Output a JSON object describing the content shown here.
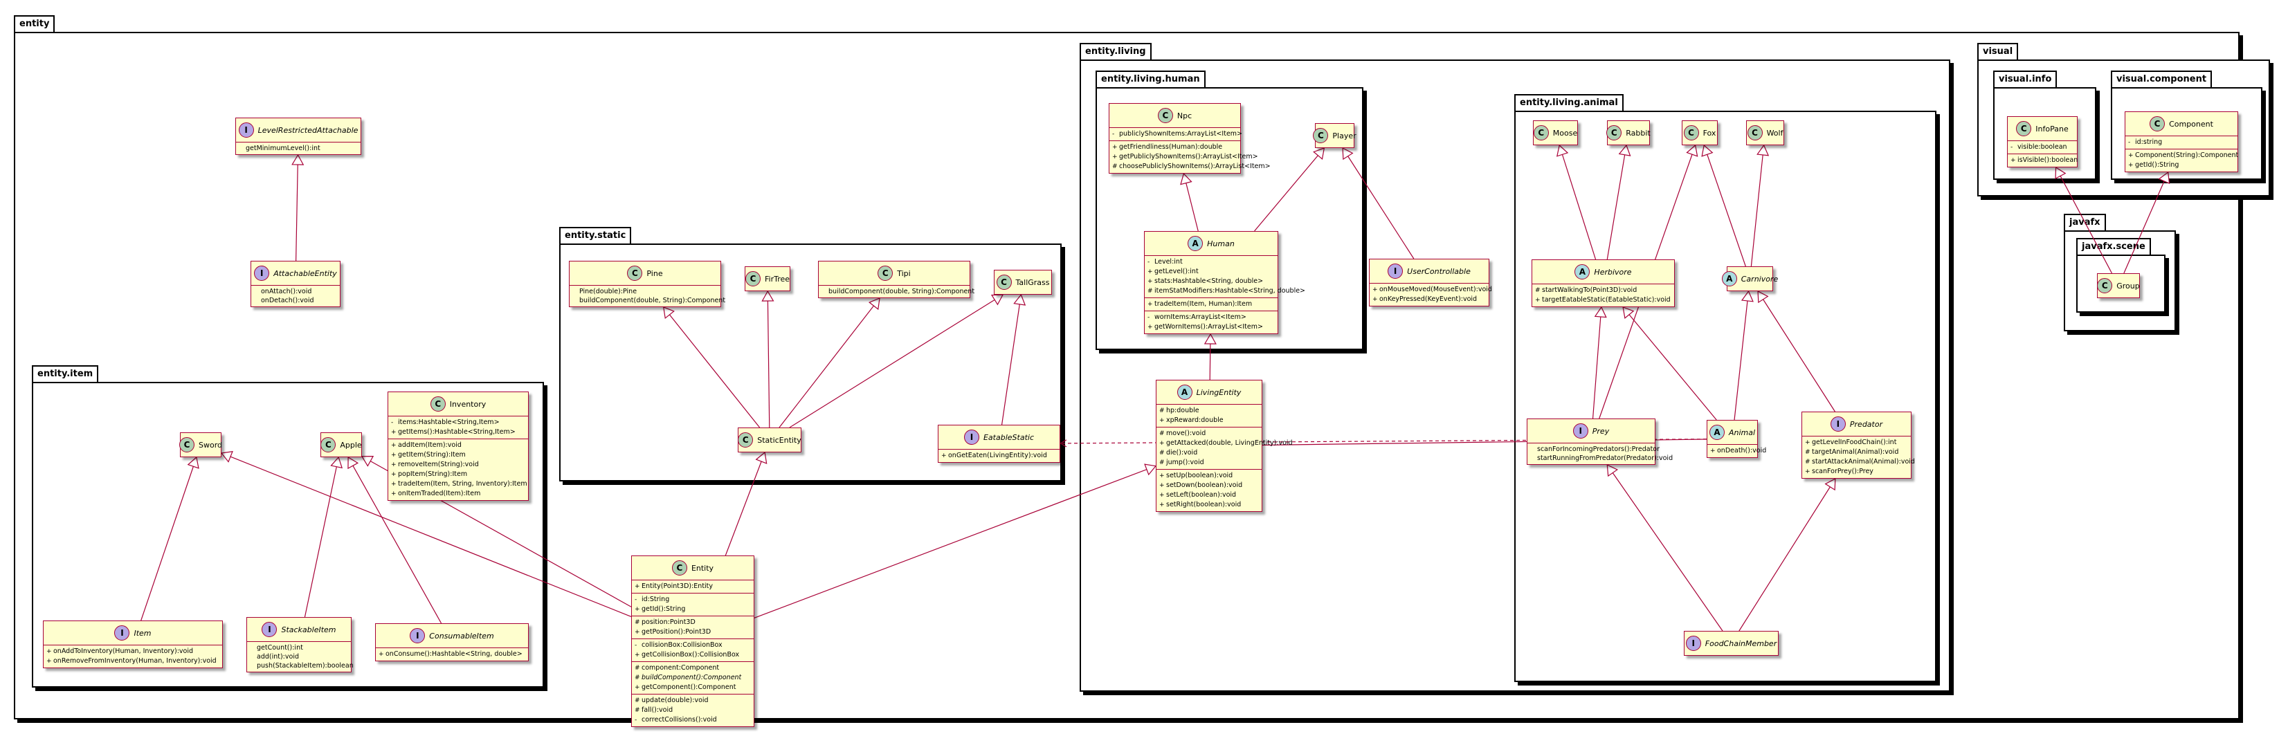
{
  "packages": {
    "entity": "entity",
    "entity_item": "entity.item",
    "entity_static": "entity.static",
    "entity_living": "entity.living",
    "entity_living_human": "entity.living.human",
    "entity_living_animal": "entity.living.animal",
    "visual": "visual",
    "visual_info": "visual.info",
    "visual_component": "visual.component",
    "javafx": "javafx",
    "javafx_scene": "javafx.scene"
  },
  "stereotype_badges": {
    "class": "C",
    "abstract": "A",
    "interface": "I"
  },
  "classes": {
    "LevelRestrictedAttachable": {
      "kind": "interface",
      "name": "LevelRestrictedAttachable",
      "sections": [
        [
          {
            "v": "",
            "t": "getMinimumLevel():int"
          }
        ]
      ]
    },
    "AttachableEntity": {
      "kind": "interface",
      "name": "AttachableEntity",
      "sections": [
        [
          {
            "v": "",
            "t": "onAttach():void"
          },
          {
            "v": "",
            "t": "onDetach():void"
          }
        ]
      ]
    },
    "Inventory": {
      "kind": "class",
      "name": "Inventory",
      "sections": [
        [
          {
            "v": "-",
            "t": "items:Hashtable<String,Item>"
          },
          {
            "v": "+",
            "t": "getItems():Hashtable<String,Item>"
          }
        ],
        [
          {
            "v": "+",
            "t": "addItem(Item):void"
          },
          {
            "v": "+",
            "t": "getItem(String):Item"
          },
          {
            "v": "+",
            "t": "removeItem(String):void"
          },
          {
            "v": "+",
            "t": "popItem(String):Item"
          },
          {
            "v": "+",
            "t": "tradeItem(Item, String, Inventory):Item"
          },
          {
            "v": "+",
            "t": "onItemTraded(Item):Item"
          }
        ]
      ]
    },
    "Sword": {
      "kind": "class",
      "name": "Sword",
      "sections": []
    },
    "Apple": {
      "kind": "class",
      "name": "Apple",
      "sections": []
    },
    "Item": {
      "kind": "interface",
      "name": "Item",
      "sections": [
        [
          {
            "v": "+",
            "t": "onAddToInventory(Human, Inventory):void"
          },
          {
            "v": "+",
            "t": "onRemoveFromInventory(Human, Inventory):void"
          }
        ]
      ]
    },
    "StackableItem": {
      "kind": "interface",
      "name": "StackableItem",
      "sections": [
        [
          {
            "v": "",
            "t": "getCount():int"
          },
          {
            "v": "",
            "t": "add(int):void"
          },
          {
            "v": "",
            "t": "push(StackableItem):boolean"
          }
        ]
      ]
    },
    "ConsumableItem": {
      "kind": "interface",
      "name": "ConsumableItem",
      "sections": [
        [
          {
            "v": "+",
            "t": "onConsume():Hashtable<String, double>"
          }
        ]
      ]
    },
    "Pine": {
      "kind": "class",
      "name": "Pine",
      "sections": [
        [
          {
            "v": "",
            "t": "Pine(double):Pine"
          },
          {
            "v": "",
            "t": "buildComponent(double, String):Component"
          }
        ]
      ]
    },
    "FirTree": {
      "kind": "class",
      "name": "FirTree",
      "sections": []
    },
    "Tipi": {
      "kind": "class",
      "name": "Tipi",
      "sections": [
        [
          {
            "v": "",
            "t": "buildComponent(double, String):Component"
          }
        ]
      ]
    },
    "TallGrass": {
      "kind": "class",
      "name": "TallGrass",
      "sections": []
    },
    "StaticEntity": {
      "kind": "class",
      "name": "StaticEntity",
      "sections": []
    },
    "EatableStatic": {
      "kind": "interface",
      "name": "EatableStatic",
      "sections": [
        [
          {
            "v": "+",
            "t": "onGetEaten(LivingEntity):void"
          }
        ]
      ]
    },
    "Entity": {
      "kind": "class",
      "name": "Entity",
      "sections": [
        [
          {
            "v": "+",
            "t": "Entity(Point3D):Entity"
          }
        ],
        [
          {
            "v": "-",
            "t": "id:String"
          },
          {
            "v": "+",
            "t": "getId():String"
          }
        ],
        [
          {
            "v": "#",
            "t": "position:Point3D"
          },
          {
            "v": "+",
            "t": "getPosition():Point3D"
          }
        ],
        [
          {
            "v": "-",
            "t": "collisionBox:CollisionBox"
          },
          {
            "v": "+",
            "t": "getCollisionBox():CollisionBox"
          }
        ],
        [
          {
            "v": "#",
            "t": "component:Component"
          },
          {
            "v": "#",
            "t": "buildComponent():Component",
            "it": true
          },
          {
            "v": "+",
            "t": "getComponent():Component"
          }
        ],
        [
          {
            "v": "#",
            "t": "update(double):void"
          },
          {
            "v": "#",
            "t": "fall():void"
          },
          {
            "v": "-",
            "t": "correctCollisions():void"
          }
        ]
      ]
    },
    "Npc": {
      "kind": "class",
      "name": "Npc",
      "sections": [
        [
          {
            "v": "-",
            "t": "publiclyShownItems:ArrayList<Item>"
          }
        ],
        [
          {
            "v": "+",
            "t": "getFriendliness(Human):double"
          },
          {
            "v": "+",
            "t": "getPubliclyShownItems():ArrayList<Item>"
          },
          {
            "v": "#",
            "t": "choosePubliclyShownItems():ArrayList<Item>"
          }
        ]
      ]
    },
    "Player": {
      "kind": "class",
      "name": "Player",
      "sections": []
    },
    "Human": {
      "kind": "abstract",
      "name": "Human",
      "sections": [
        [
          {
            "v": "-",
            "t": "Level:int"
          },
          {
            "v": "+",
            "t": "getLevel():int"
          },
          {
            "v": "+",
            "t": "stats:Hashtable<String, double>"
          },
          {
            "v": "#",
            "t": "itemStatModifiers:Hashtable<String, double>"
          }
        ],
        [
          {
            "v": "+",
            "t": "tradeItem(Item, Human):Item"
          }
        ],
        [
          {
            "v": "-",
            "t": "wornItems:ArrayList<Item>"
          },
          {
            "v": "+",
            "t": "getWornItems():ArrayList<Item>"
          }
        ]
      ]
    },
    "UserControllable": {
      "kind": "interface",
      "name": "UserControllable",
      "sections": [
        [
          {
            "v": "+",
            "t": "onMouseMoved(MouseEvent):void"
          },
          {
            "v": "+",
            "t": "onKeyPressed(KeyEvent):void"
          }
        ]
      ]
    },
    "LivingEntity": {
      "kind": "abstract",
      "name": "LivingEntity",
      "sections": [
        [
          {
            "v": "#",
            "t": "hp:double"
          },
          {
            "v": "+",
            "t": "xpReward:double"
          }
        ],
        [
          {
            "v": "#",
            "t": "move():void"
          },
          {
            "v": "+",
            "t": "getAttacked(double, LivingEntity):void"
          },
          {
            "v": "#",
            "t": "die():void"
          },
          {
            "v": "#",
            "t": "jump():void"
          }
        ],
        [
          {
            "v": "+",
            "t": "setUp(boolean):void"
          },
          {
            "v": "+",
            "t": "setDown(boolean):void"
          },
          {
            "v": "+",
            "t": "setLeft(boolean):void"
          },
          {
            "v": "+",
            "t": "setRight(boolean):void"
          }
        ]
      ]
    },
    "Moose": {
      "kind": "class",
      "name": "Moose",
      "sections": []
    },
    "Rabbit": {
      "kind": "class",
      "name": "Rabbit",
      "sections": []
    },
    "Fox": {
      "kind": "class",
      "name": "Fox",
      "sections": []
    },
    "Wolf": {
      "kind": "class",
      "name": "Wolf",
      "sections": []
    },
    "Herbivore": {
      "kind": "abstract",
      "name": "Herbivore",
      "sections": [
        [
          {
            "v": "#",
            "t": "startWalkingTo(Point3D):void"
          },
          {
            "v": "+",
            "t": "targetEatableStatic(EatableStatic):void"
          }
        ]
      ]
    },
    "Carnivore": {
      "kind": "abstract",
      "name": "Carnivore",
      "sections": []
    },
    "Prey": {
      "kind": "interface",
      "name": "Prey",
      "sections": [
        [
          {
            "v": "",
            "t": "scanForIncomingPredators():Predator"
          },
          {
            "v": "",
            "t": "startRunningFromPredator(Predator):void"
          }
        ]
      ]
    },
    "Animal": {
      "kind": "abstract",
      "name": "Animal",
      "sections": [
        [
          {
            "v": "+",
            "t": "onDeath():void"
          }
        ]
      ]
    },
    "Predator": {
      "kind": "interface",
      "name": "Predator",
      "sections": [
        [
          {
            "v": "+",
            "t": "getLevelInFoodChain():int"
          },
          {
            "v": "#",
            "t": "targetAnimal(Animal):void"
          },
          {
            "v": "#",
            "t": "startAttackAnimal(Animal):void"
          },
          {
            "v": "+",
            "t": "scanForPrey():Prey"
          }
        ]
      ]
    },
    "FoodChainMember": {
      "kind": "interface",
      "name": "FoodChainMember",
      "sections": []
    },
    "InfoPane": {
      "kind": "class",
      "name": "InfoPane",
      "sections": [
        [
          {
            "v": "-",
            "t": "visible:boolean"
          }
        ],
        [
          {
            "v": "+",
            "t": "isVisible():boolean"
          }
        ]
      ]
    },
    "Component": {
      "kind": "class",
      "name": "Component",
      "sections": [
        [
          {
            "v": "-",
            "t": "id:string"
          }
        ],
        [
          {
            "v": "+",
            "t": "Component(String):Component"
          },
          {
            "v": "+",
            "t": "getId():String"
          }
        ]
      ]
    },
    "Group": {
      "kind": "class",
      "name": "Group",
      "sections": []
    }
  },
  "relations": [
    {
      "from": "AttachableEntity",
      "to": "LevelRestrictedAttachable",
      "type": "realization"
    },
    {
      "from": "Item",
      "to": "Sword",
      "type": "realization"
    },
    {
      "from": "StackableItem",
      "to": "Apple",
      "type": "realization"
    },
    {
      "from": "ConsumableItem",
      "to": "Apple",
      "type": "realization"
    },
    {
      "from": "Entity",
      "to": "Sword",
      "type": "realization"
    },
    {
      "from": "Entity",
      "to": "Apple",
      "type": "realization"
    },
    {
      "from": "StaticEntity",
      "to": "Pine",
      "type": "inheritance"
    },
    {
      "from": "StaticEntity",
      "to": "FirTree",
      "type": "inheritance"
    },
    {
      "from": "StaticEntity",
      "to": "Tipi",
      "type": "inheritance"
    },
    {
      "from": "StaticEntity",
      "to": "TallGrass",
      "type": "inheritance"
    },
    {
      "from": "EatableStatic",
      "to": "TallGrass",
      "type": "realization"
    },
    {
      "from": "Entity",
      "to": "StaticEntity",
      "type": "inheritance"
    },
    {
      "from": "Human",
      "to": "Npc",
      "type": "inheritance"
    },
    {
      "from": "Human",
      "to": "Player",
      "type": "inheritance"
    },
    {
      "from": "UserControllable",
      "to": "Player",
      "type": "realization"
    },
    {
      "from": "LivingEntity",
      "to": "Human",
      "type": "inheritance"
    },
    {
      "from": "Entity",
      "to": "LivingEntity",
      "type": "inheritance"
    },
    {
      "from": "Herbivore",
      "to": "Moose",
      "type": "inheritance"
    },
    {
      "from": "Herbivore",
      "to": "Rabbit",
      "type": "inheritance"
    },
    {
      "from": "Carnivore",
      "to": "Fox",
      "type": "inheritance"
    },
    {
      "from": "Carnivore",
      "to": "Wolf",
      "type": "inheritance"
    },
    {
      "from": "Prey",
      "to": "Fox",
      "type": "realization"
    },
    {
      "from": "Prey",
      "to": "Herbivore",
      "type": "realization"
    },
    {
      "from": "Animal",
      "to": "Herbivore",
      "type": "inheritance"
    },
    {
      "from": "Animal",
      "to": "Carnivore",
      "type": "inheritance"
    },
    {
      "from": "Predator",
      "to": "Carnivore",
      "type": "realization"
    },
    {
      "from": "FoodChainMember",
      "to": "Prey",
      "type": "realization"
    },
    {
      "from": "FoodChainMember",
      "to": "Predator",
      "type": "realization"
    },
    {
      "from": "LivingEntity",
      "to": "Animal",
      "type": "association"
    },
    {
      "from": "Animal",
      "to": "EatableStatic",
      "type": "dependency"
    },
    {
      "from": "Group",
      "to": "InfoPane",
      "type": "inheritance"
    },
    {
      "from": "Group",
      "to": "Component",
      "type": "inheritance"
    }
  ],
  "colors": {
    "border": "#A80036",
    "fill": "#FEFECE",
    "classBadge": "#ADD1B2",
    "abstractBadge": "#A9DCDF",
    "interfaceBadge": "#B4A7E5"
  }
}
